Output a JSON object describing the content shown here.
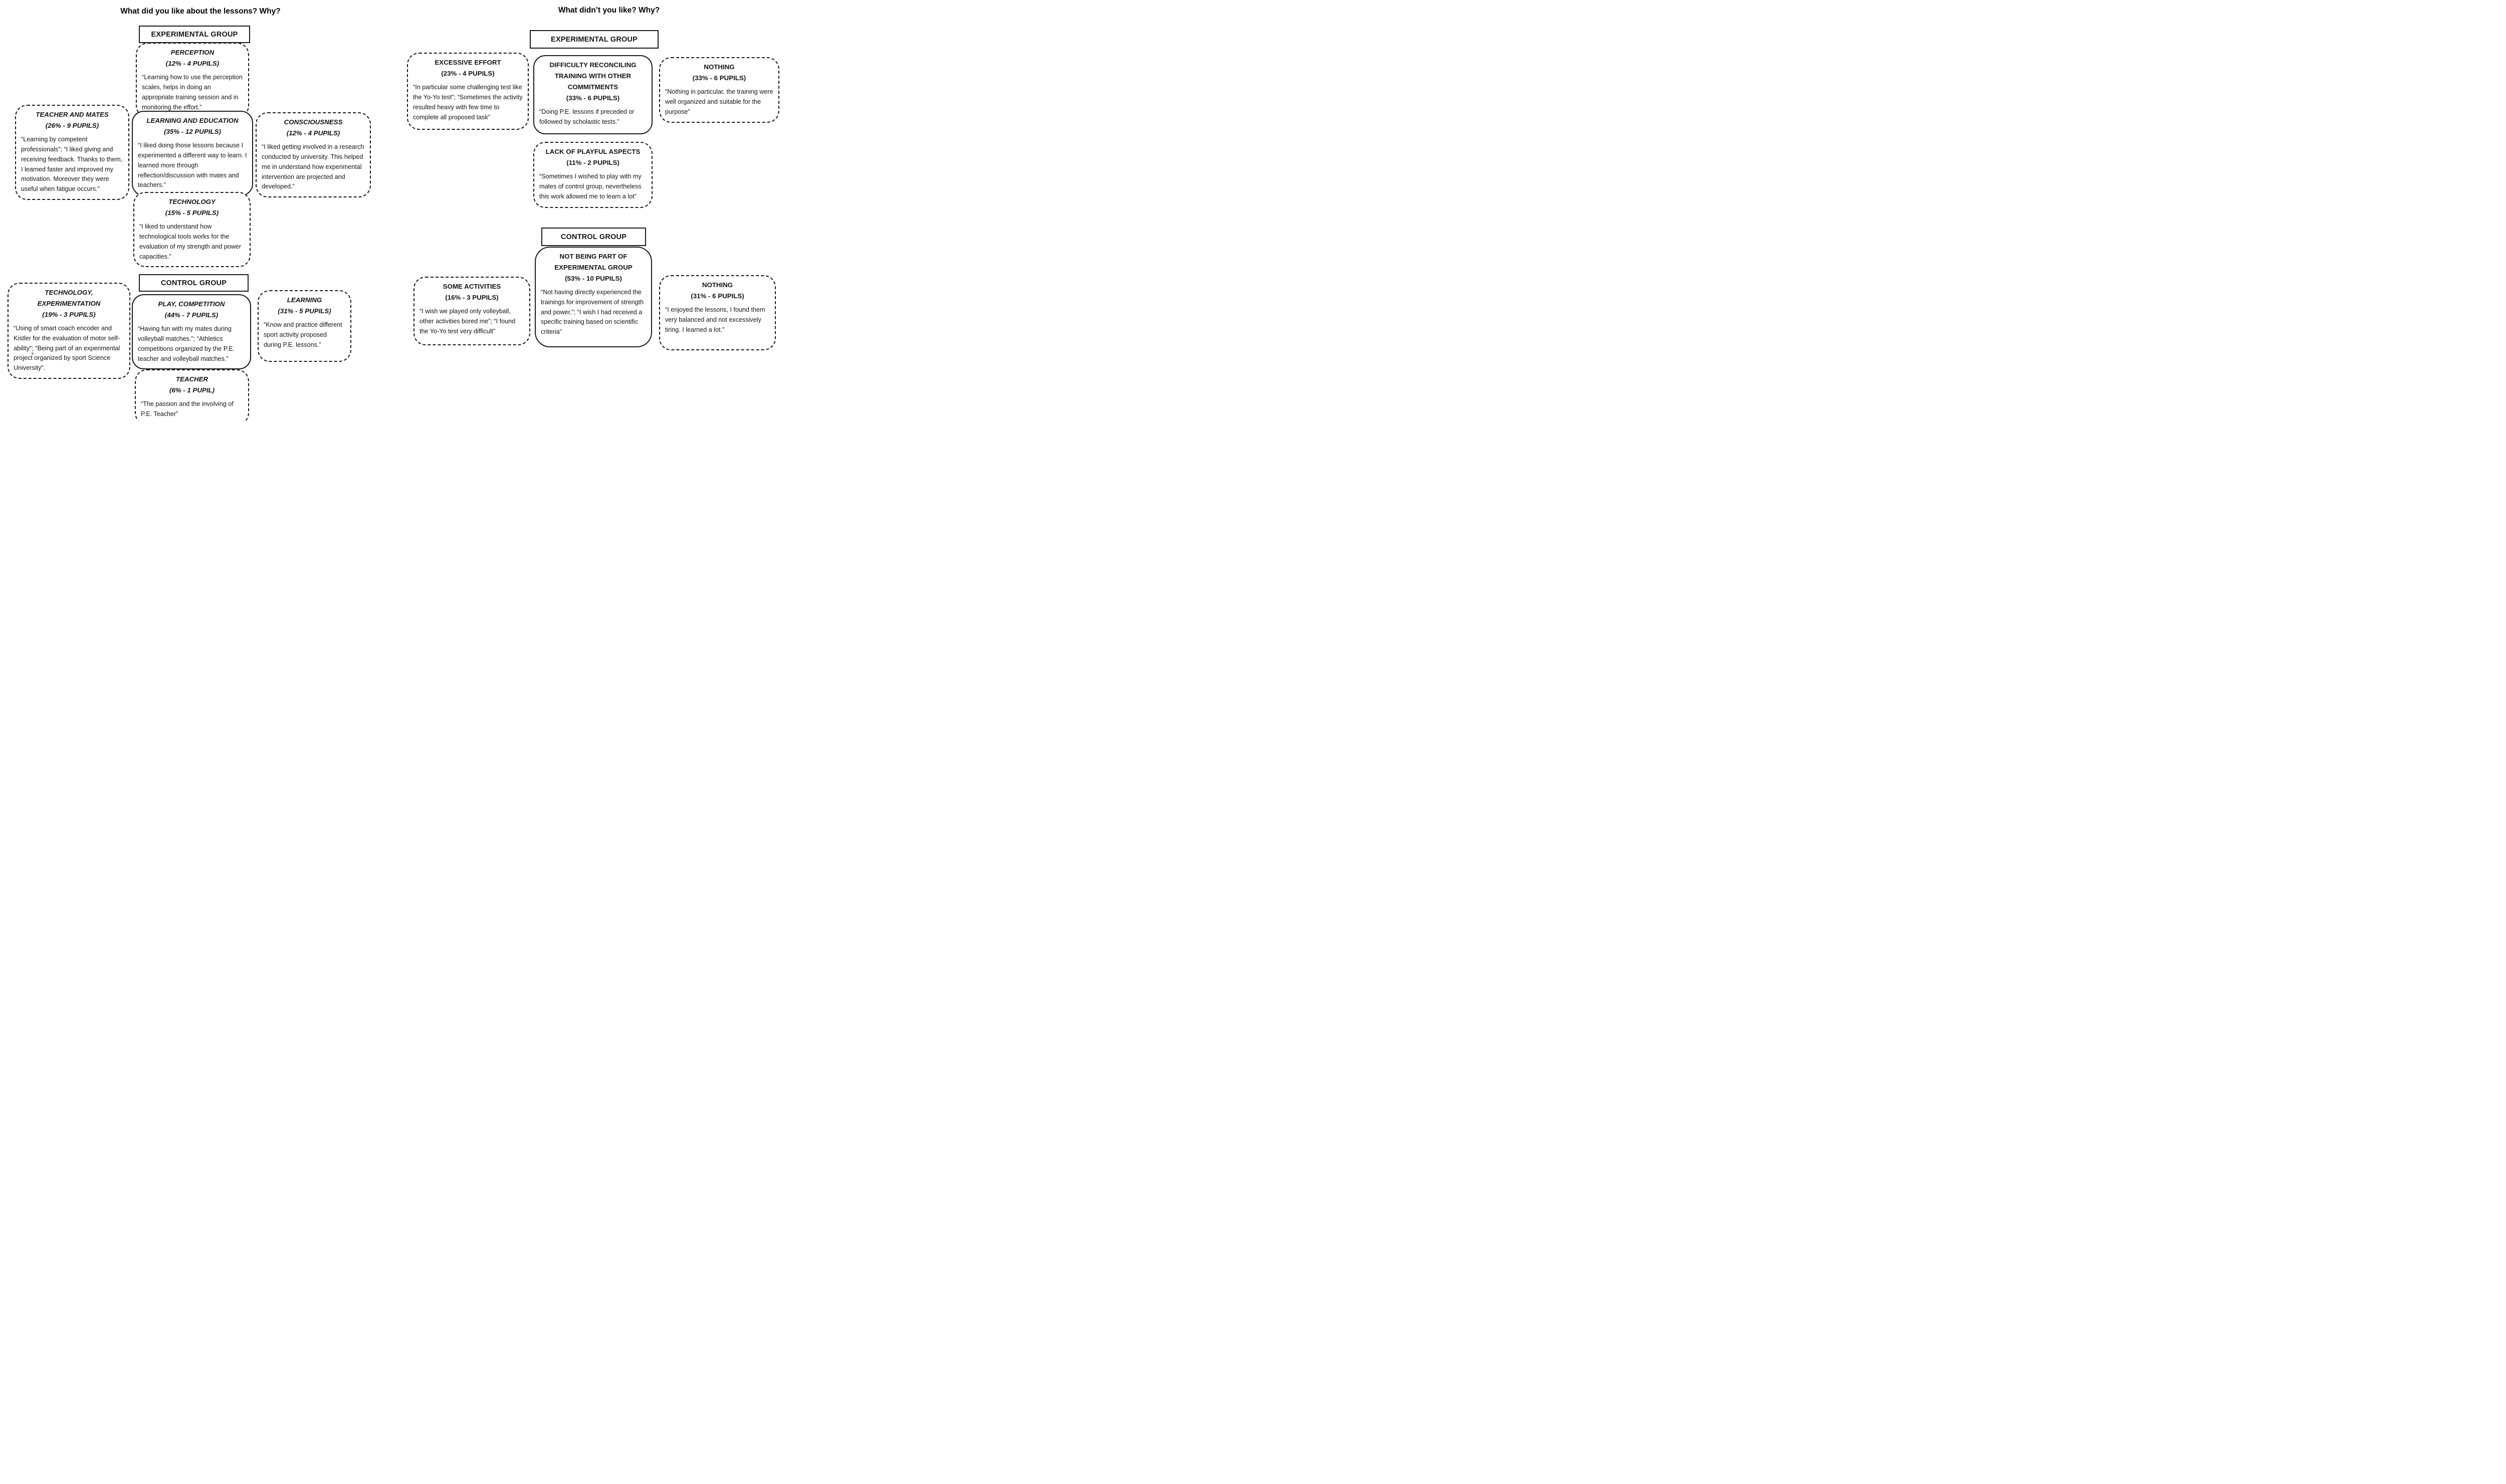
{
  "colors": {
    "ink": "#1a1a1a",
    "spellcheck_squiggle": "#4343cd",
    "background": "#ffffff"
  },
  "left": {
    "title": "What did you like about the lessons? Why?",
    "experimental_header": "EXPERIMENTAL GROUP",
    "control_header": "CONTROL GROUP",
    "boxes": {
      "perception": {
        "title": "PERCEPTION",
        "stat": "(12% - 4 PUPILS)",
        "quote": "“Learning how to use the perception scales, helps in doing an appropriate training session and in monitoring the effort.”"
      },
      "teacher_and_mates": {
        "title": "TEACHER AND MATES",
        "stat": "(26% - 9 PUPILS)",
        "quote": "“Learning by competent professionals”; “I liked giving and receiving feedback. Thanks to them, I learned faster and improved my motivation. Moreover they were useful when fatigue occurs.”"
      },
      "learning_and_education": {
        "title": "LEARNING AND EDUCATION",
        "stat": "(35% - 12 PUPILS)",
        "quote": "“I liked doing those lessons because I experimented a different way to learn. I learned more through reflection/discussion with mates and teachers.”"
      },
      "consciousness": {
        "title": "CONSCIOUSNESS",
        "stat": "(12% - 4 PUPILS)",
        "quote": "“I liked getting involved in a research conducted by university. This helped me in understand how experimental intervention are projected and developed.”"
      },
      "technology": {
        "title": "TECHNOLOGY",
        "stat": "(15% - 5 PUPILS)",
        "quote": "“I liked to understand how technological tools works for the evaluation of my strength and power capacities.”"
      },
      "technology_experimentation": {
        "title": "TECHNOLOGY, EXPERIMENTATION",
        "stat": "(19% - 3 PUPILS)",
        "quote_pre": "“Using of smart coach encoder and Kistler for the evaluation of motor self-ability”",
        "quote_squiggle": ";",
        "quote_post": " “Being part of an experimental project organized by sport Science University”."
      },
      "play_competition": {
        "title": "PLAY, COMPETITION",
        "stat": "(44% - 7 PUPILS)",
        "quote": "“Having fun with my mates during volleyball matches.”; “Athletics competitions organized by the P.E. teacher and volleyball matches.”"
      },
      "learning": {
        "title": "LEARNING",
        "stat": "(31% - 5 PUPILS)",
        "quote": "“Know and practice different sport activity proposed during P.E. lessons.”"
      },
      "teacher": {
        "title": "TEACHER",
        "stat": "(6% - 1 PUPIL)",
        "quote": "“The passion and the involving of P.E. Teacher”"
      }
    }
  },
  "right": {
    "title": "What didn’t you like? Why?",
    "experimental_header": "EXPERIMENTAL GROUP",
    "control_header": "CONTROL GROUP",
    "boxes": {
      "excessive_effort": {
        "title": "EXCESSIVE EFFORT",
        "stat": "(23% - 4 PUPILS)",
        "quote": "“In particular some challenging test like the Yo-Yo test”; “Sometimes the activity resulted heavy with few time to complete all proposed task”"
      },
      "difficulty_reconciling": {
        "title": "DIFFICULTY RECONCILING TRAINING WITH OTHER COMMITMENTS",
        "stat": "(33% - 6 PUPILS)",
        "quote": "“Doing P.E. lessons if preceded or followed by scholastic tests.”"
      },
      "nothing_experimental": {
        "title": "NOTHING",
        "stat": "(33% - 6 PUPILS)",
        "quote": "“Nothing in particular, the training were well organized and suitable for the purpose”"
      },
      "lack_of_playful_aspects": {
        "title": "LACK OF PLAYFUL ASPECTS",
        "stat": "(11% - 2 PUPILS)",
        "quote": "“Sometimes I wished to play with my mates of control group, nevertheless this work allowed me to learn a lot”"
      },
      "not_being_part": {
        "title": "NOT BEING PART OF EXPERIMENTAL GROUP",
        "stat": "(53% - 10 PUPILS)",
        "quote": "“Not having directly experienced the trainings for improvement of strength and power.”; “I wish I had received a specific training based on scientific criteria”"
      },
      "some_activities": {
        "title": "SOME ACTIVITIES",
        "stat": "(16% - 3 PUPILS)",
        "quote": "“I wish we played only volleyball, other activities bored me”; “I found the Yo-Yo test very difficult”"
      },
      "nothing_control": {
        "title": "NOTHING",
        "stat": "(31% - 6 PUPILS)",
        "quote": "“I enjoyed the lessons, I found them very balanced and not excessively tiring. I learned a lot.”"
      }
    }
  }
}
